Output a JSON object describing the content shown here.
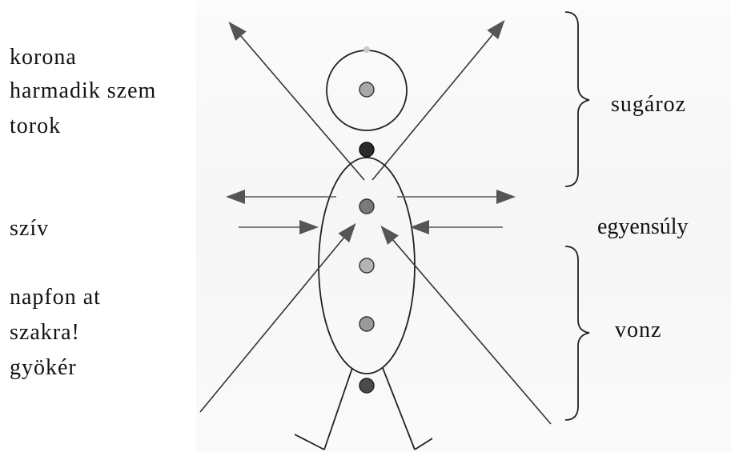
{
  "left_labels": {
    "korona": "korona",
    "harmadik_szem": "harmadik szem",
    "torok": "torok",
    "sziv": "szív",
    "napfonat": "napfon at",
    "szakra": "szakra!",
    "gyoker": "gyökér"
  },
  "right_labels": {
    "sugaroz": "sugároz",
    "egyensuly": "egyensúly",
    "vonz": "vonz"
  },
  "colors": {
    "line": "#222222",
    "arrow": "#555555",
    "dot_light": "#a8a8a8",
    "dot_mid": "#7a7a7a",
    "dot_dark": "#2a2a2a",
    "dot_crown": "#c8c8c8"
  }
}
